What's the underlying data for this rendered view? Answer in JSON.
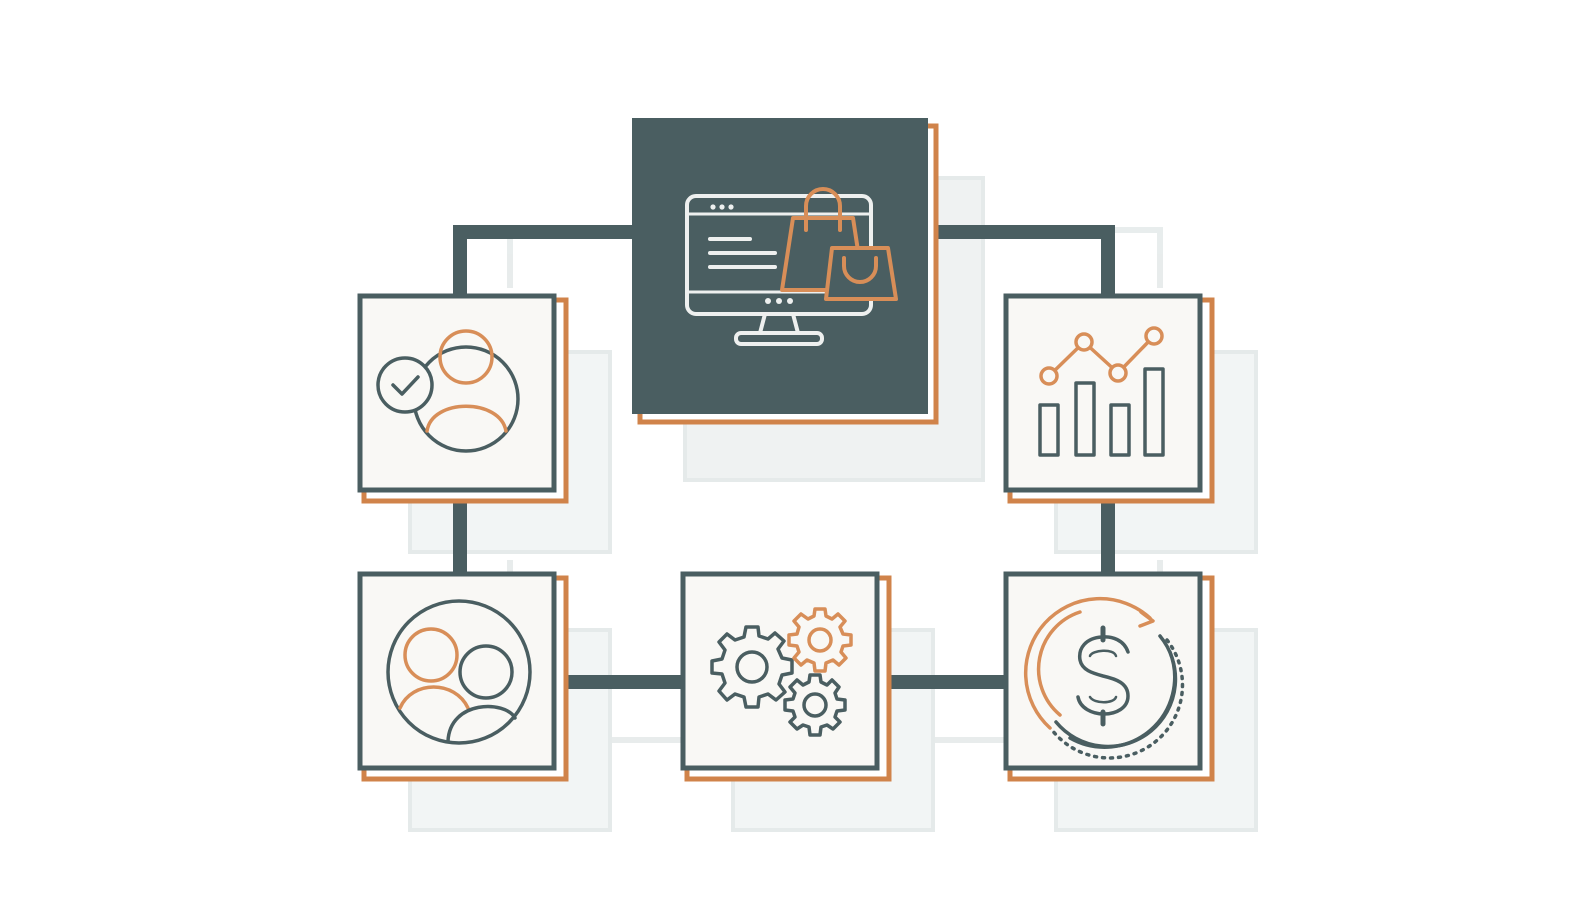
{
  "colors": {
    "background": "#ffffff",
    "primary_dark": "#4a5e61",
    "accent_orange": "#d0834a",
    "icon_orange": "#d88e58",
    "card_fill": "#f9f8f5",
    "shadow": "#e4e9e9",
    "line_light": "#f2f3f3"
  },
  "nodes": [
    {
      "id": "ecommerce",
      "icon": "computer-shopping-bags-icon",
      "highlighted": true
    },
    {
      "id": "customers-verified",
      "icon": "user-check-icon",
      "highlighted": false
    },
    {
      "id": "analytics",
      "icon": "bar-line-chart-icon",
      "highlighted": false
    },
    {
      "id": "team",
      "icon": "user-group-icon",
      "highlighted": false
    },
    {
      "id": "operations",
      "icon": "gears-icon",
      "highlighted": false
    },
    {
      "id": "revenue-cycle",
      "icon": "dollar-cycle-icon",
      "highlighted": false
    }
  ]
}
